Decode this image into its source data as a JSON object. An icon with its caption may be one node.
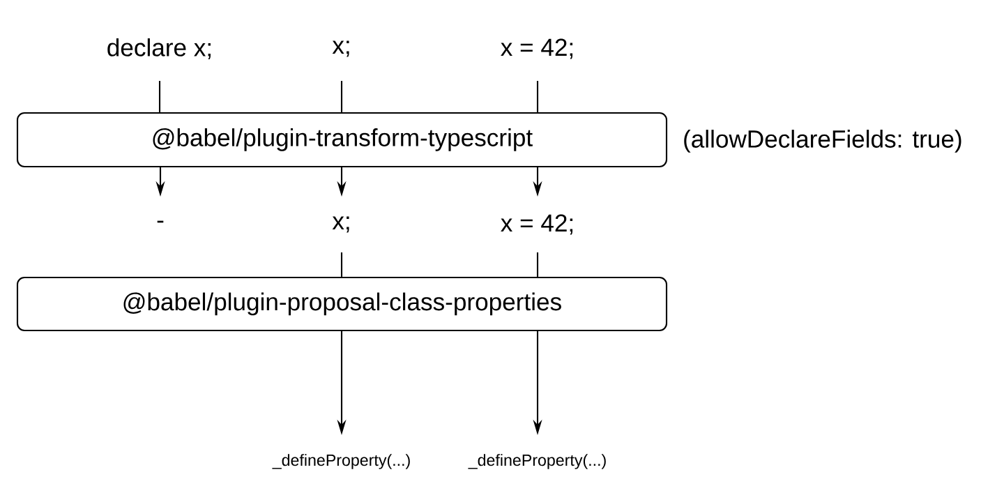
{
  "diagram": {
    "nodes": [
      {
        "text": [
          "declare x;"
        ]
      },
      {
        "text": [
          "x;"
        ]
      },
      {
        "text": [
          "x = 42;"
        ]
      },
      {
        "text": [
          "@babel/plugin-transform-typescript"
        ],
        "beside": [
          "(allowDeclareFields: true)"
        ]
      },
      {
        "text": [
          "-"
        ]
      },
      {
        "text": [
          "x;"
        ]
      },
      {
        "text": [
          "x = 42;"
        ]
      },
      {
        "text": [
          "@babel/plugin-proposal-class-properties"
        ]
      },
      {
        "text": [
          "_defineProperty(...)"
        ]
      },
      {
        "text": [
          "_defineProperty(...)"
        ]
      }
    ],
    "edges": [
      {
        "from": 0,
        "to": 3,
        "arrow": "none"
      },
      {
        "from": 1,
        "to": 3,
        "arrow": "none"
      },
      {
        "from": 2,
        "to": 3,
        "arrow": "none"
      },
      {
        "from": 3,
        "to": 4,
        "arrow": "to"
      },
      {
        "from": 3,
        "to": 5,
        "arrow": "to"
      },
      {
        "from": 3,
        "to": 6,
        "arrow": "to"
      },
      {
        "from": 5,
        "to": 7,
        "arrow": "none"
      },
      {
        "from": 6,
        "to": 7,
        "arrow": "none"
      },
      {
        "from": 7,
        "to": 8,
        "arrow": "to"
      },
      {
        "from": 7,
        "to": 9,
        "arrow": "to"
      }
    ]
  }
}
